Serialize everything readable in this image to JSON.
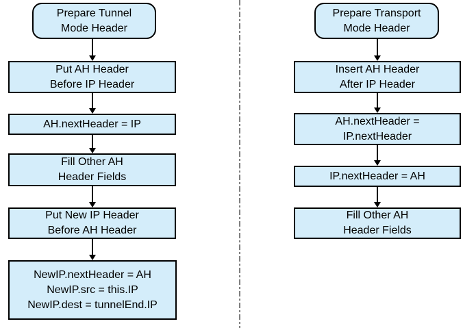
{
  "diagram": {
    "type": "flowchart",
    "background_color": "#ffffff",
    "node_style": {
      "fill_color": "#d4edfa",
      "border_color": "#000000",
      "text_color": "#000000"
    },
    "divider": {
      "style": "dash-dot",
      "color": "#7f7f7f",
      "orientation": "vertical"
    },
    "flows": [
      {
        "nodes": [
          {
            "shape": "rounded",
            "lines": [
              "Prepare Tunnel",
              "Mode Header"
            ]
          },
          {
            "shape": "rect",
            "lines": [
              "Put AH Header",
              "Before IP Header"
            ]
          },
          {
            "shape": "rect",
            "lines": [
              "AH.nextHeader = IP"
            ]
          },
          {
            "shape": "rect",
            "lines": [
              "Fill Other AH",
              "Header Fields"
            ]
          },
          {
            "shape": "rect",
            "lines": [
              "Put New IP Header",
              "Before AH Header"
            ]
          },
          {
            "shape": "rect",
            "lines": [
              "NewIP.nextHeader = AH",
              "NewIP.src = this.IP",
              "NewIP.dest = tunnelEnd.IP"
            ]
          }
        ]
      },
      {
        "nodes": [
          {
            "shape": "rounded",
            "lines": [
              "Prepare Transport",
              "Mode Header"
            ]
          },
          {
            "shape": "rect",
            "lines": [
              "Insert AH Header",
              "After IP Header"
            ]
          },
          {
            "shape": "rect",
            "lines": [
              "AH.nextHeader =",
              "IP.nextHeader"
            ]
          },
          {
            "shape": "rect",
            "lines": [
              "IP.nextHeader = AH"
            ]
          },
          {
            "shape": "rect",
            "lines": [
              "Fill Other AH",
              "Header Fields"
            ]
          }
        ]
      }
    ]
  }
}
